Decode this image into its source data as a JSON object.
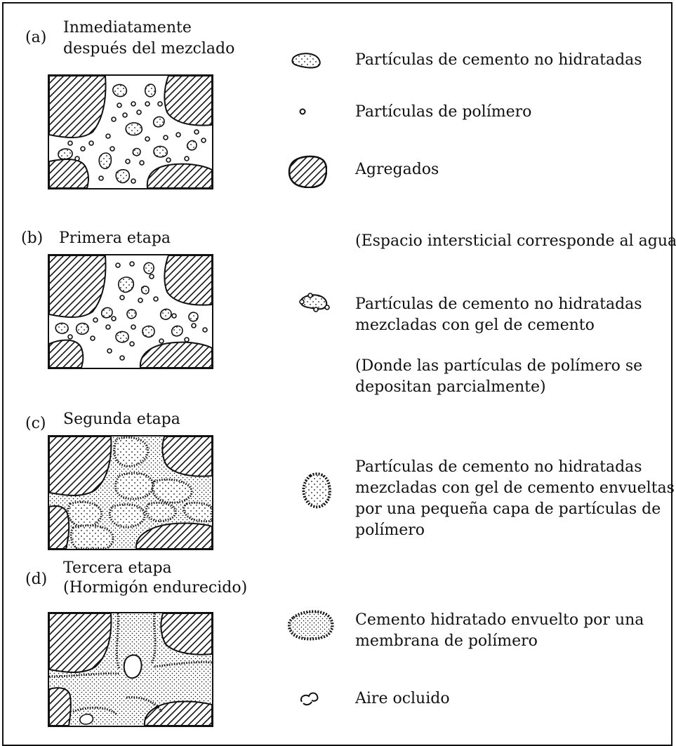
{
  "stages": [
    {
      "letter": "(a)",
      "title_line1": "Inmediatamente",
      "title_line2": "después del mezclado"
    },
    {
      "letter": "(b)",
      "title_line1": "Primera etapa",
      "title_line2": ""
    },
    {
      "letter": "(c)",
      "title_line1": "Segunda etapa",
      "title_line2": ""
    },
    {
      "letter": "(d)",
      "title_line1": "Tercera etapa",
      "title_line2": "(Hormigón endurecido)"
    }
  ],
  "legend": {
    "unhydrated_cement": "Partículas de cemento no hidratadas",
    "polymer_particles": "Partículas de polímero",
    "aggregates": "Agregados",
    "interstitial_note": "(Espacio intersticial corresponde al agua)",
    "cement_gel_line1": "Partículas de cemento no hidratadas",
    "cement_gel_line2": "mezcladas con gel de cemento",
    "deposit_note_line1": "(Donde las partículas de polímero se",
    "deposit_note_line2": "depositan parcialmente)",
    "enveloped_line1": "Partículas de cemento no hidratadas",
    "enveloped_line2": "mezcladas con gel de cemento envueltas",
    "enveloped_line3": "por una pequeña capa  de partículas de",
    "enveloped_line4": "polímero",
    "hydrated_line1": "Cemento hidratado envuelto por una",
    "hydrated_line2": "membrana de polímero",
    "air": "Aire ocluido"
  },
  "colors": {
    "ink": "#111111",
    "paper": "#ffffff"
  }
}
